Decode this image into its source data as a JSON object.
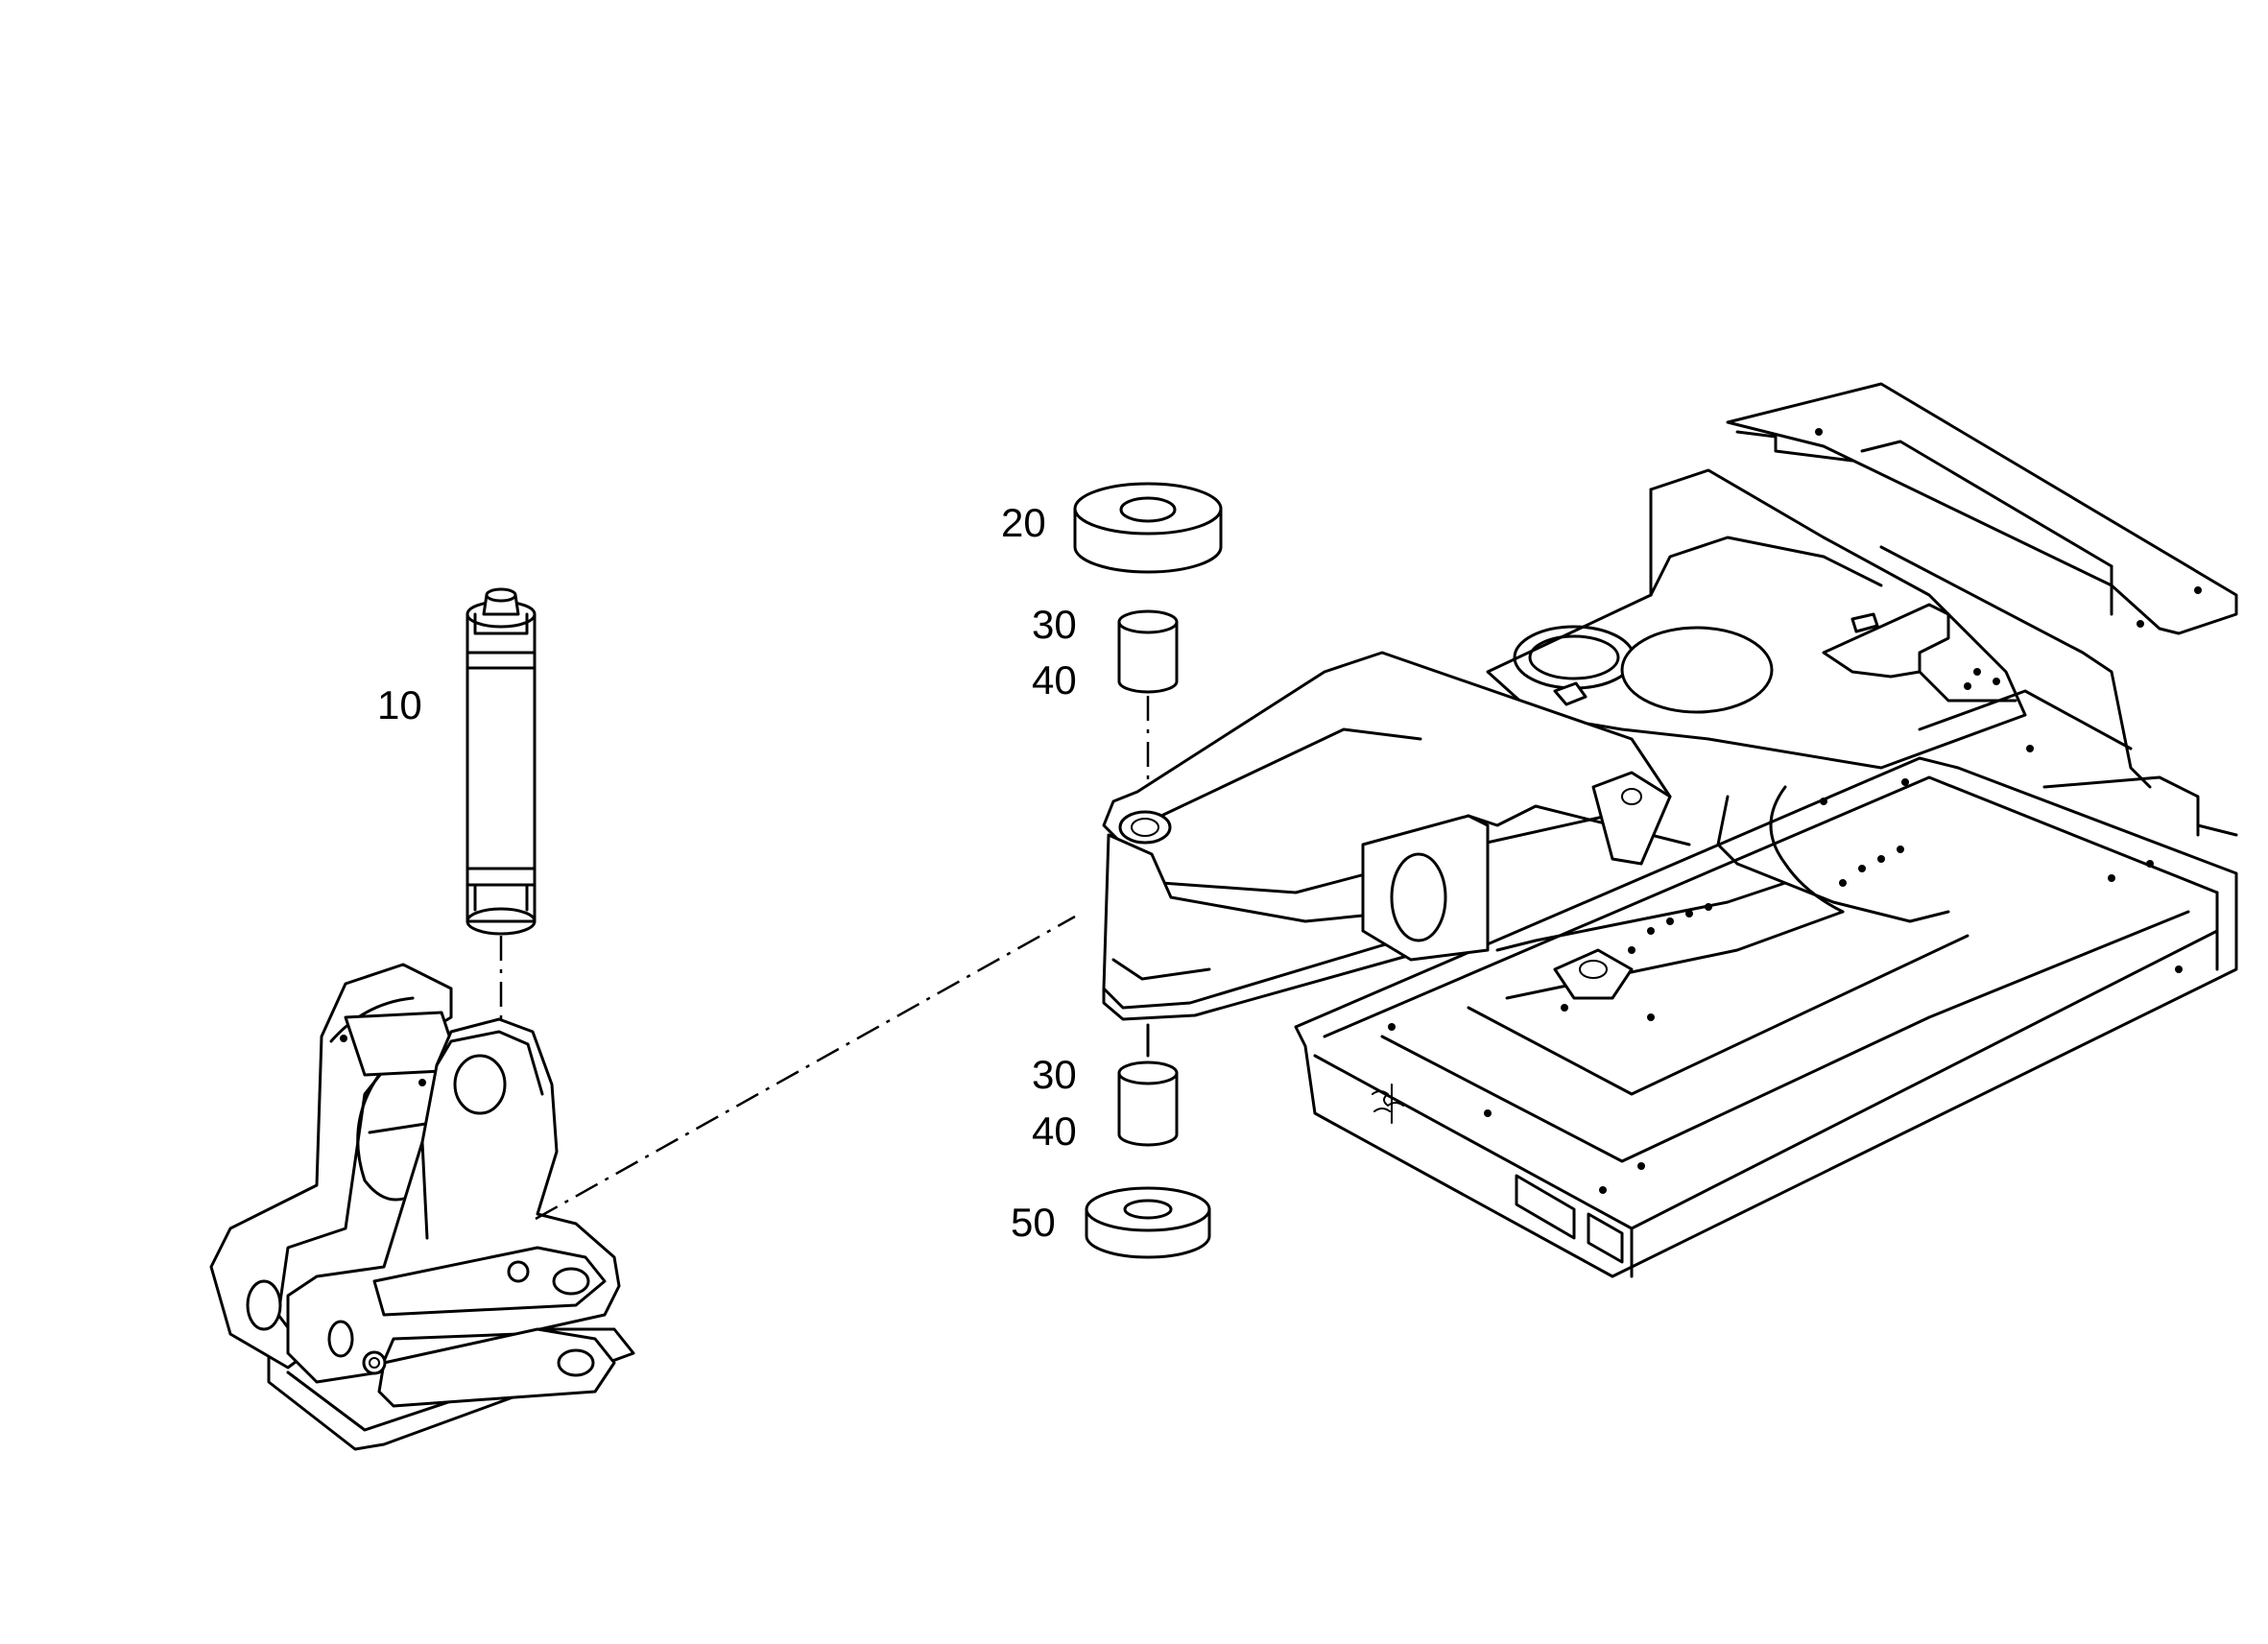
{
  "callouts": {
    "c10": "10",
    "c20": "20",
    "c30_top": "30",
    "c40_top": "40",
    "c30_bottom": "30",
    "c40_bottom": "40",
    "c50": "50"
  },
  "colors": {
    "line": "#000000",
    "background": "#ffffff"
  }
}
